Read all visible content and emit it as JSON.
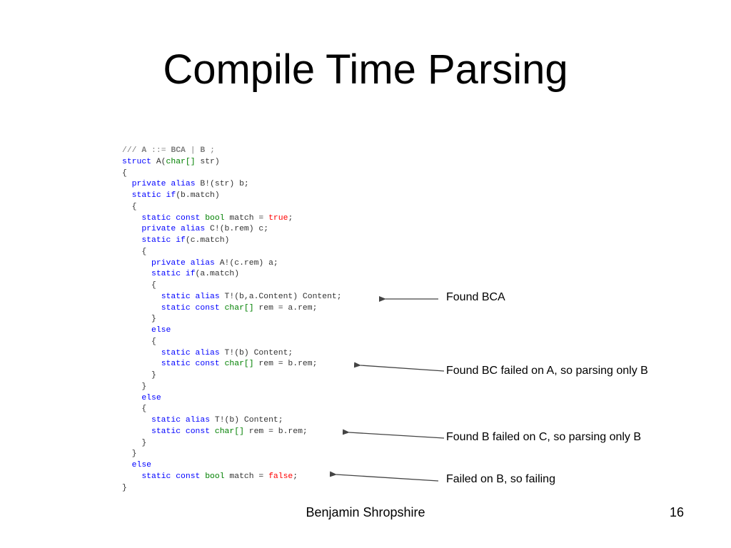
{
  "slide": {
    "title": "Compile Time Parsing",
    "author": "Benjamin Shropshire",
    "page_number": "16"
  },
  "code_lines": [
    [
      {
        "c": "cm",
        "t": "/// "
      },
      {
        "c": "cmb",
        "t": "A"
      },
      {
        "c": "cm",
        "t": " ::= "
      },
      {
        "c": "cmb",
        "t": "BCA"
      },
      {
        "c": "cm",
        "t": " | "
      },
      {
        "c": "cmb",
        "t": "B"
      },
      {
        "c": "cm",
        "t": " ;"
      }
    ],
    [
      {
        "c": "k",
        "t": "struct"
      },
      {
        "c": "",
        "t": " A("
      },
      {
        "c": "t",
        "t": "char[]"
      },
      {
        "c": "",
        "t": " str)"
      }
    ],
    [
      {
        "c": "",
        "t": "{"
      }
    ],
    [
      {
        "c": "",
        "t": "  "
      },
      {
        "c": "k",
        "t": "private alias"
      },
      {
        "c": "",
        "t": " B!(str) b;"
      }
    ],
    [
      {
        "c": "",
        "t": "  "
      },
      {
        "c": "k",
        "t": "static if"
      },
      {
        "c": "",
        "t": "(b.match)"
      }
    ],
    [
      {
        "c": "",
        "t": "  {"
      }
    ],
    [
      {
        "c": "",
        "t": "    "
      },
      {
        "c": "k",
        "t": "static const"
      },
      {
        "c": "",
        "t": " "
      },
      {
        "c": "t",
        "t": "bool"
      },
      {
        "c": "",
        "t": " match = "
      },
      {
        "c": "lit",
        "t": "true"
      },
      {
        "c": "",
        "t": ";"
      }
    ],
    [
      {
        "c": "",
        "t": "    "
      },
      {
        "c": "k",
        "t": "private alias"
      },
      {
        "c": "",
        "t": " C!(b.rem) c;"
      }
    ],
    [
      {
        "c": "",
        "t": "    "
      },
      {
        "c": "k",
        "t": "static if"
      },
      {
        "c": "",
        "t": "(c.match)"
      }
    ],
    [
      {
        "c": "",
        "t": "    {"
      }
    ],
    [
      {
        "c": "",
        "t": "      "
      },
      {
        "c": "k",
        "t": "private alias"
      },
      {
        "c": "",
        "t": " A!(c.rem) a;"
      }
    ],
    [
      {
        "c": "",
        "t": "      "
      },
      {
        "c": "k",
        "t": "static if"
      },
      {
        "c": "",
        "t": "(a.match)"
      }
    ],
    [
      {
        "c": "",
        "t": "      {"
      }
    ],
    [
      {
        "c": "",
        "t": "        "
      },
      {
        "c": "k",
        "t": "static alias"
      },
      {
        "c": "",
        "t": " T!(b,a.Content) Content;"
      }
    ],
    [
      {
        "c": "",
        "t": "        "
      },
      {
        "c": "k",
        "t": "static const"
      },
      {
        "c": "",
        "t": " "
      },
      {
        "c": "t",
        "t": "char[]"
      },
      {
        "c": "",
        "t": " rem = a.rem;"
      }
    ],
    [
      {
        "c": "",
        "t": "      }"
      }
    ],
    [
      {
        "c": "",
        "t": "      "
      },
      {
        "c": "k",
        "t": "else"
      }
    ],
    [
      {
        "c": "",
        "t": "      {"
      }
    ],
    [
      {
        "c": "",
        "t": "        "
      },
      {
        "c": "k",
        "t": "static alias"
      },
      {
        "c": "",
        "t": " T!(b) Content;"
      }
    ],
    [
      {
        "c": "",
        "t": "        "
      },
      {
        "c": "k",
        "t": "static const"
      },
      {
        "c": "",
        "t": " "
      },
      {
        "c": "t",
        "t": "char[]"
      },
      {
        "c": "",
        "t": " rem = b.rem;"
      }
    ],
    [
      {
        "c": "",
        "t": "      }"
      }
    ],
    [
      {
        "c": "",
        "t": "    }"
      }
    ],
    [
      {
        "c": "",
        "t": "    "
      },
      {
        "c": "k",
        "t": "else"
      }
    ],
    [
      {
        "c": "",
        "t": "    {"
      }
    ],
    [
      {
        "c": "",
        "t": "      "
      },
      {
        "c": "k",
        "t": "static alias"
      },
      {
        "c": "",
        "t": " T!(b) Content;"
      }
    ],
    [
      {
        "c": "",
        "t": "      "
      },
      {
        "c": "k",
        "t": "static const"
      },
      {
        "c": "",
        "t": " "
      },
      {
        "c": "t",
        "t": "char[]"
      },
      {
        "c": "",
        "t": " rem = b.rem;"
      }
    ],
    [
      {
        "c": "",
        "t": "    }"
      }
    ],
    [
      {
        "c": "",
        "t": "  }"
      }
    ],
    [
      {
        "c": "",
        "t": "  "
      },
      {
        "c": "k",
        "t": "else"
      }
    ],
    [
      {
        "c": "",
        "t": "    "
      },
      {
        "c": "k",
        "t": "static const"
      },
      {
        "c": "",
        "t": " "
      },
      {
        "c": "t",
        "t": "bool"
      },
      {
        "c": "",
        "t": " match = "
      },
      {
        "c": "lit",
        "t": "false"
      },
      {
        "c": "",
        "t": ";"
      }
    ],
    [
      {
        "c": "",
        "t": "}"
      }
    ]
  ],
  "annotations": [
    {
      "text": "Found BCA"
    },
    {
      "text": "Found BC failed on A, so parsing only B"
    },
    {
      "text": "Found B failed on C, so parsing only B"
    },
    {
      "text": "Failed on B, so failing"
    }
  ],
  "colors": {
    "keyword": "#0000ff",
    "type": "#008000",
    "literal": "#ff0000",
    "comment": "#808080",
    "arrow": "#444444"
  }
}
